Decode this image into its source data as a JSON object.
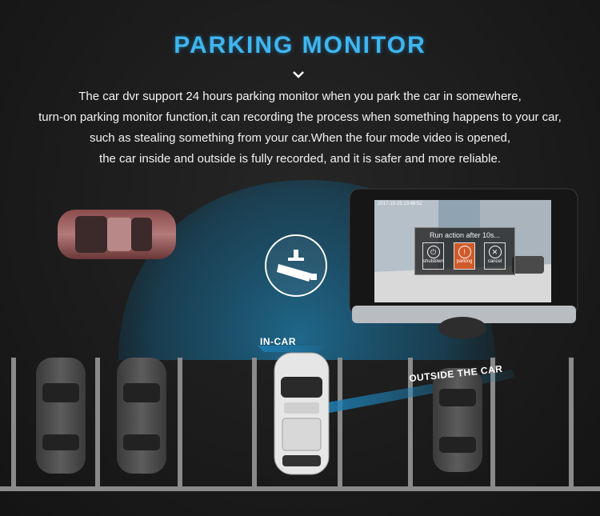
{
  "heading": "PARKING MONITOR",
  "description": [
    "The car dvr support 24 hours parking monitor when you park the car in somewhere,",
    "turn-on parking monitor function,it can recording the process when something happens to your car,",
    "such as stealing something from your car.When the four mode video is opened,",
    "the car inside and outside is fully recorded, and it is safer and more reliable."
  ],
  "labels": {
    "in_car": "IN-CAR",
    "outside": "OUTSIDE THE CAR"
  },
  "dvr": {
    "timestamp": "2017-10-25  13:48:52",
    "popup_title": "Run action after 10s...",
    "buttons": [
      {
        "label": "shutdown",
        "icon": "power-icon",
        "active": false
      },
      {
        "label": "parking",
        "icon": "parking-icon",
        "active": true
      },
      {
        "label": "cancel",
        "icon": "cancel-icon",
        "active": false
      }
    ]
  },
  "icons": [
    "chevron-down-icon",
    "security-camera-icon"
  ],
  "colors": {
    "accent": "#3fb6f0",
    "background": "#1b1b1b",
    "parking_active": "#cf5a2a"
  }
}
